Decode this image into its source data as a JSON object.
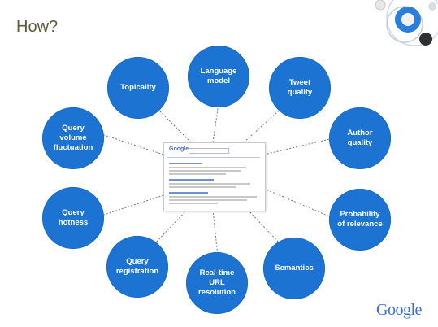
{
  "slide": {
    "title": "How?",
    "nodes": [
      {
        "id": "topicality",
        "label": "Topicality"
      },
      {
        "id": "language-model",
        "label": "Language\nmodel"
      },
      {
        "id": "tweet-quality",
        "label": "Tweet\nquality"
      },
      {
        "id": "query-volume-fluctuation",
        "label": "Query\nvolume\nfluctuation"
      },
      {
        "id": "author-quality",
        "label": "Author\nquality"
      },
      {
        "id": "query-hotness",
        "label": "Query\nhotness"
      },
      {
        "id": "probability-of-relevance",
        "label": "Probability\nof relevance"
      },
      {
        "id": "query-registration",
        "label": "Query\nregistration"
      },
      {
        "id": "real-time-url-resolution",
        "label": "Real-time\nURL resolution"
      },
      {
        "id": "semantics",
        "label": "Semantics"
      }
    ],
    "center": {
      "logo_text": "Google"
    },
    "footer_logo": "Google",
    "colors": {
      "node_fill": "#1c73d2",
      "title_color": "#5b5b3a",
      "link_color": "#7a7a7a"
    }
  }
}
